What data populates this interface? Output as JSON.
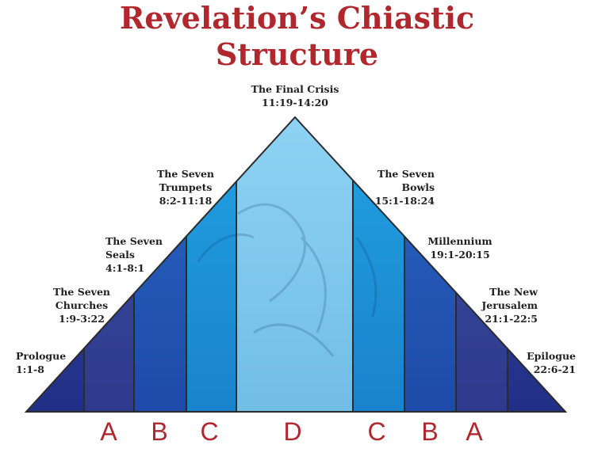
{
  "title": {
    "line1": "Revelation’s Chiastic",
    "line2": "Structure"
  },
  "sections": [
    {
      "id": "prologue",
      "name": "Prologue",
      "ref": "1:1-8"
    },
    {
      "id": "churches",
      "name": [
        "The Seven",
        "Churches"
      ],
      "ref": "1:9-3:22"
    },
    {
      "id": "seals",
      "name": [
        "The Seven",
        "Seals"
      ],
      "ref": "4:1-8:1"
    },
    {
      "id": "trumpets",
      "name": [
        "The Seven",
        "Trumpets"
      ],
      "ref": "8:2-11:18"
    },
    {
      "id": "crisis",
      "name": "The Final Crisis",
      "ref": "11:19-14:20"
    },
    {
      "id": "bowls",
      "name": [
        "The Seven",
        "Bowls"
      ],
      "ref": "15:1-18:24"
    },
    {
      "id": "millennium",
      "name": "Millennium",
      "ref": "19:1-20:15"
    },
    {
      "id": "jerusalem",
      "name": [
        "The New",
        "Jerusalem"
      ],
      "ref": "21:1-22:5"
    },
    {
      "id": "epilogue",
      "name": "Epilogue",
      "ref": "22:6-21"
    }
  ],
  "letters": [
    "A",
    "B",
    "C",
    "D",
    "C",
    "B",
    "A"
  ],
  "colors": {
    "title": "#b0272e",
    "letters": "#b0272e",
    "band_outer": "#2a3f9c",
    "band_second": "#2155b8",
    "band_third": "#1d8fd6",
    "band_center": "#7cc8ee",
    "outline": "#2b2b2b"
  }
}
